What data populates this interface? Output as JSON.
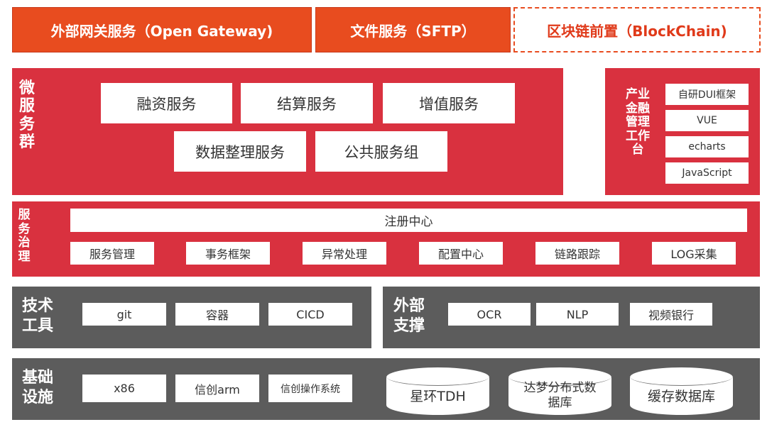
{
  "top": {
    "gateway": "外部网关服务（Open Gateway)",
    "file": "文件服务（SFTP）",
    "blockchain": "区块链前置（BlockChain)"
  },
  "micro": {
    "label": "微服务群",
    "row1": [
      "融资服务",
      "结算服务",
      "增值服务"
    ],
    "row2": [
      "数据整理服务",
      "公共服务组"
    ]
  },
  "industry": {
    "label": "产业金融管理工作台",
    "items": [
      "自研DUI框架",
      "VUE",
      "echarts",
      "JavaScript"
    ]
  },
  "governance": {
    "label": "服务治理",
    "registry": "注册中心",
    "items": [
      "服务管理",
      "事务框架",
      "异常处理",
      "配置中心",
      "链路跟踪",
      "LOG采集"
    ]
  },
  "tech": {
    "label": "技术工具",
    "items": [
      "git",
      "容器",
      "CICD"
    ]
  },
  "external": {
    "label": "外部支撑",
    "items": [
      "OCR",
      "NLP",
      "视频银行"
    ]
  },
  "infra": {
    "label": "基础设施",
    "boxes": [
      "x86",
      "信创arm",
      "信创操作系统"
    ],
    "dbs": [
      "星环TDH",
      "达梦分布式数据库",
      "缓存数据库"
    ]
  },
  "colors": {
    "orange": "#e84c1f",
    "red": "#d9313f",
    "gray": "#5c5c5c"
  }
}
